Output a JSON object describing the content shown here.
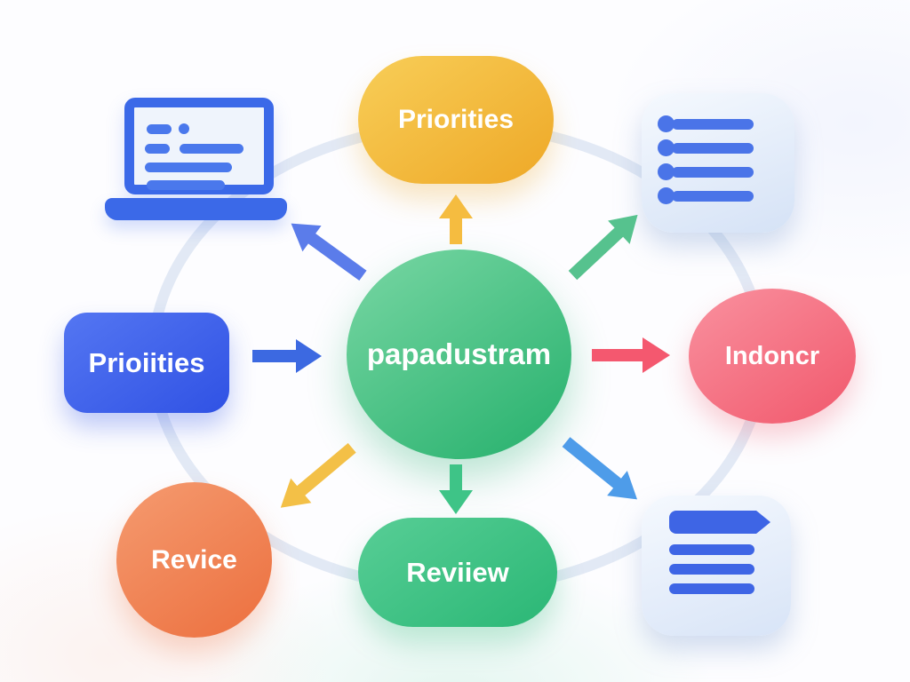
{
  "background_color": "#fdfdff",
  "ring_color": "#e2e9f5",
  "center": {
    "label": "papadustram",
    "color_from": "#79d7a4",
    "color_to": "#25b06c"
  },
  "nodes": {
    "priorities_top": {
      "label": "Priorities",
      "color_from": "#f8ce58",
      "color_to": "#eea827"
    },
    "priorities_left": {
      "label": "Prioiities",
      "color_from": "#5476f2",
      "color_to": "#3052e4"
    },
    "indoncr": {
      "label": "Indoncr",
      "color_from": "#f9919f",
      "color_to": "#f1586c"
    },
    "revice": {
      "label": "Revice",
      "color_from": "#f59b70",
      "color_to": "#ec6f3e"
    },
    "reviiew": {
      "label": "Reviiew",
      "color_from": "#58ce96",
      "color_to": "#2ab775"
    }
  },
  "icons": {
    "laptop": {
      "frame_color": "#3b69e8",
      "screen_color": "#eff4fc",
      "line_color": "#4a78ec"
    },
    "checklist": {
      "card_from": "#f5f9fe",
      "card_to": "#d5e2f6",
      "item_color": "#4a74e8"
    },
    "document": {
      "card_from": "#f5f9fe",
      "card_to": "#d8e4f7",
      "line_color": "#3e65e5"
    }
  },
  "arrows": {
    "center_to_top": {
      "direction": "up",
      "color": "#f5bc40"
    },
    "center_to_laptop": {
      "direction": "up-left",
      "color": "#5b7cea"
    },
    "center_to_checklist": {
      "direction": "up-right",
      "color": "#56c28e"
    },
    "left_to_center": {
      "direction": "right",
      "color": "#3c69e1"
    },
    "center_to_indoncr": {
      "direction": "right",
      "color": "#f4586f"
    },
    "center_to_revice": {
      "direction": "down-left",
      "color": "#f3c047"
    },
    "center_to_reviiew": {
      "direction": "down",
      "color": "#3ec487"
    },
    "center_to_document": {
      "direction": "down-right",
      "color": "#4e9ce9"
    }
  }
}
